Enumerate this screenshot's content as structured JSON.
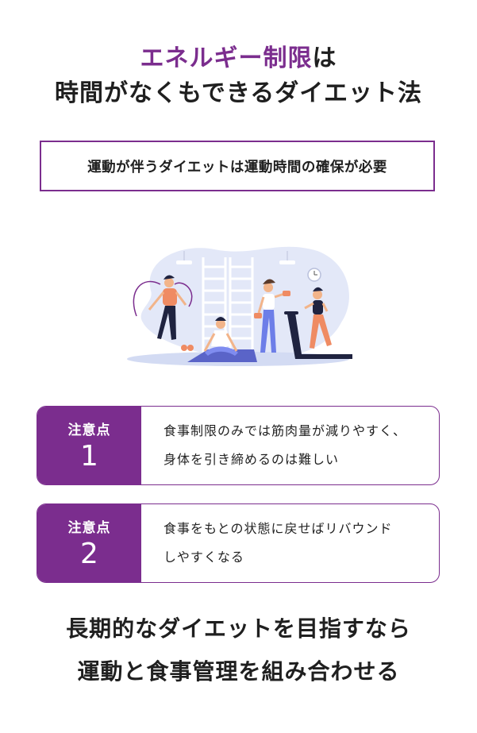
{
  "headline": {
    "line1_accent": "エネルギー制限",
    "line1_rest": "は",
    "line2": "時間がなくもできるダイエット法"
  },
  "subheading": "運動が伴うダイエットは運動時間の確保が必要",
  "illustration": {
    "icon": "gym-workout-illustration",
    "colors": {
      "accent": "#7b2d8e",
      "floor": "#dde3f7",
      "skin": "#f2b48a"
    }
  },
  "points": [
    {
      "label": "注意点",
      "number": "1",
      "line1": "食事制限のみでは筋肉量が減りやすく、",
      "line2": "身体を引き締めるのは難しい"
    },
    {
      "label": "注意点",
      "number": "2",
      "line1": "食事をもとの状態に戻せばリバウンド",
      "line2": "しやすくなる"
    }
  ],
  "closing": {
    "line1": "長期的なダイエットを目指すなら",
    "line2": "運動と食事管理を組み合わせる"
  }
}
